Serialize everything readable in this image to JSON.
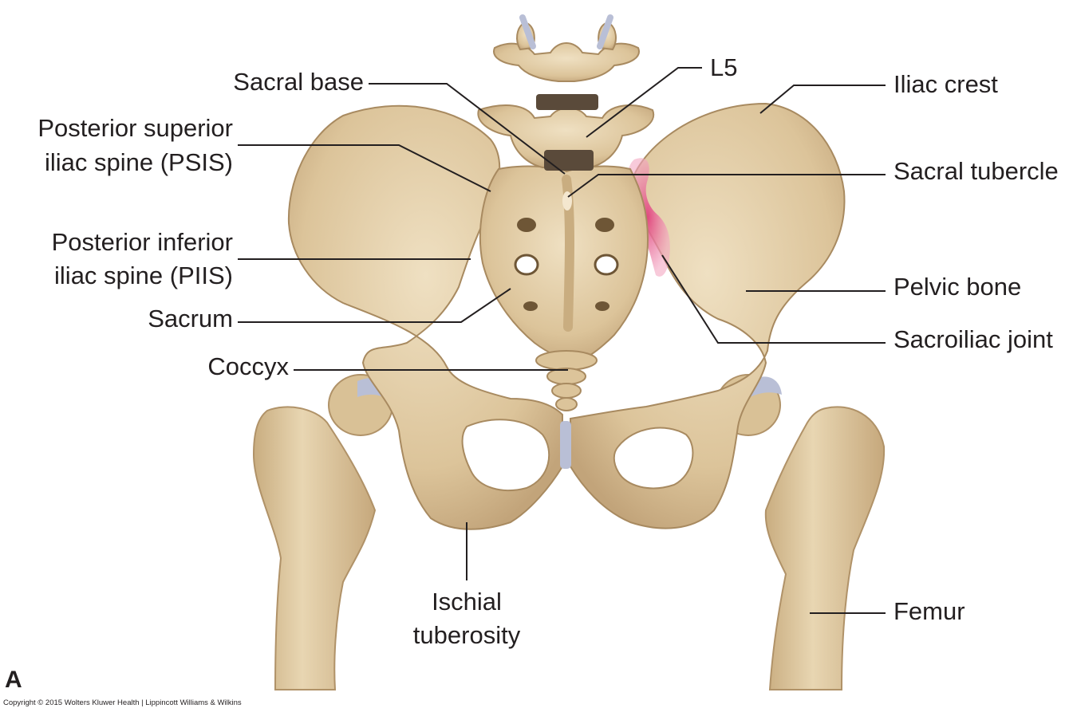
{
  "figure": {
    "panel_letter": "A",
    "copyright": "Copyright © 2015 Wolters Kluwer Health | Lippincott Williams & Wilkins"
  },
  "labels": {
    "sacral_base": "Sacral base",
    "l5": "L5",
    "iliac_crest": "Iliac crest",
    "psis_line1": "Posterior superior",
    "psis_line2": "iliac spine (PSIS)",
    "sacral_tubercle": "Sacral tubercle",
    "piis_line1": "Posterior inferior",
    "piis_line2": "iliac spine (PIIS)",
    "pelvic_bone": "Pelvic bone",
    "sacrum": "Sacrum",
    "sacroiliac_joint": "Sacroiliac joint",
    "coccyx": "Coccyx",
    "ischial_line1": "Ischial",
    "ischial_line2": "tuberosity",
    "femur": "Femur"
  },
  "colors": {
    "bone": "#e3cfa8",
    "bone_shadow": "#c9ad80",
    "bone_dark": "#9c7f55",
    "cartilage": "#b9bfd6",
    "joint_highlight": "#e0487e",
    "leader": "#231f20",
    "text": "#231f20"
  }
}
